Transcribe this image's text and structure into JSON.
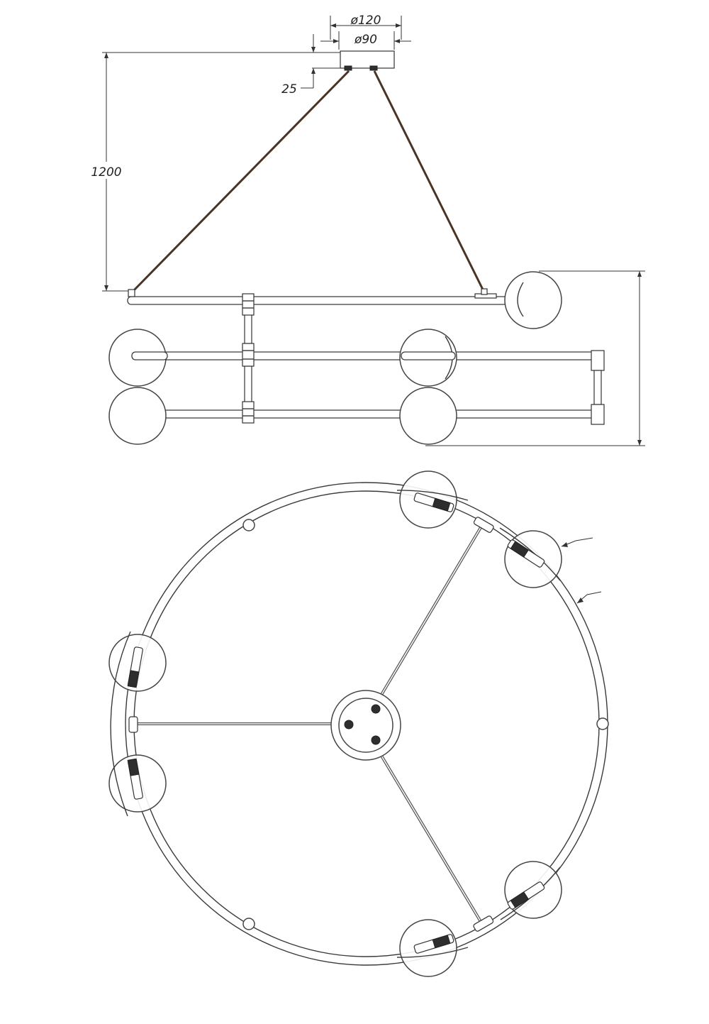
{
  "dimensions": {
    "canopy_outer_diameter": "ø120",
    "canopy_inner_diameter": "ø90",
    "canopy_height": "25",
    "suspension_height": "1200"
  },
  "colors": {
    "background": "#ffffff",
    "line": "#3a3a3a",
    "cable": "#4a3426"
  }
}
